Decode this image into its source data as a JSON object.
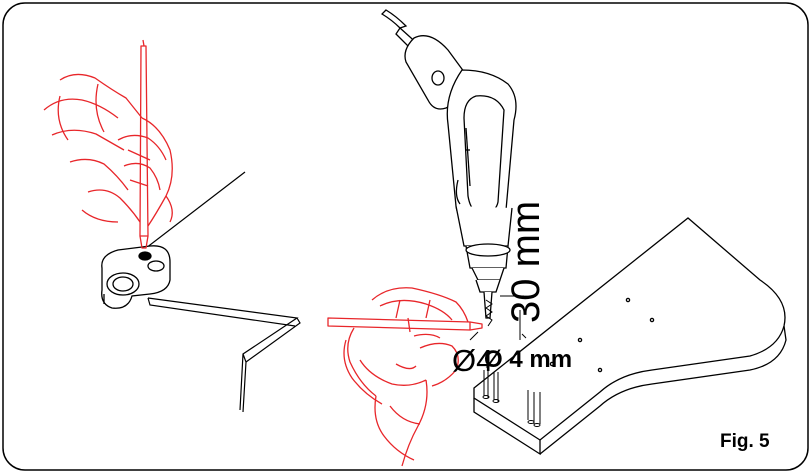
{
  "figure": {
    "depth_label": "30 mm",
    "diameter_label_ghost": "Ø4",
    "diameter_label": "Ø 4 mm",
    "caption": "Fig. 5"
  },
  "colors": {
    "ink": "#000000",
    "marker_red": "#e8262a",
    "background": "#ffffff"
  },
  "icons": [
    "hand-with-marker-icon",
    "drill-icon",
    "drilling-jig-icon",
    "work-surface-icon"
  ]
}
